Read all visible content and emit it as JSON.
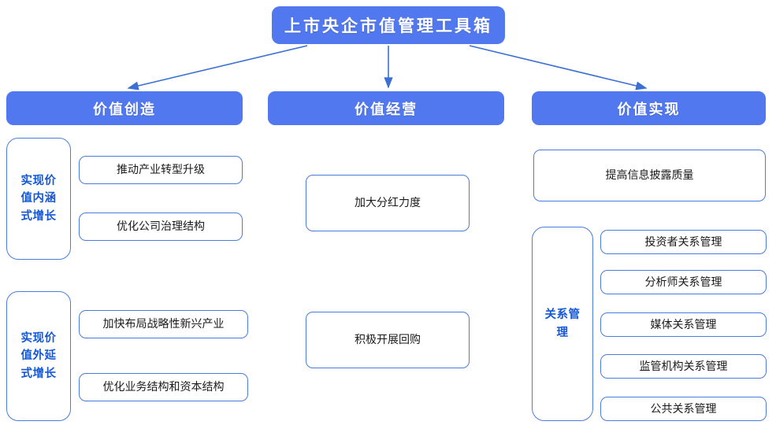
{
  "title": "上市央企市值管理工具箱",
  "colors": {
    "fill_blue": "#5178ee",
    "border_blue": "#4a7ddb",
    "label_text_blue": "#1558d6",
    "connector_blue": "#3b6fd4",
    "background": "#ffffff"
  },
  "columns": [
    {
      "header": "价值创造",
      "groups": [
        {
          "label": "实现价值内涵式增长",
          "items": [
            "推动产业转型升级",
            "优化公司治理结构"
          ]
        },
        {
          "label": "实现价值外延式增长",
          "items": [
            "加快布局战略性新兴产业",
            "优化业务结构和资本结构"
          ]
        }
      ]
    },
    {
      "header": "价值经营",
      "items": [
        "加大分红力度",
        "积极开展回购"
      ]
    },
    {
      "header": "价值实现",
      "items": [
        "提高信息披露质量"
      ],
      "groups": [
        {
          "label": "关系管理",
          "items": [
            "投资者关系管理",
            "分析师关系管理",
            "媒体关系管理",
            "监管机构关系管理",
            "公共关系管理"
          ]
        }
      ]
    }
  ]
}
